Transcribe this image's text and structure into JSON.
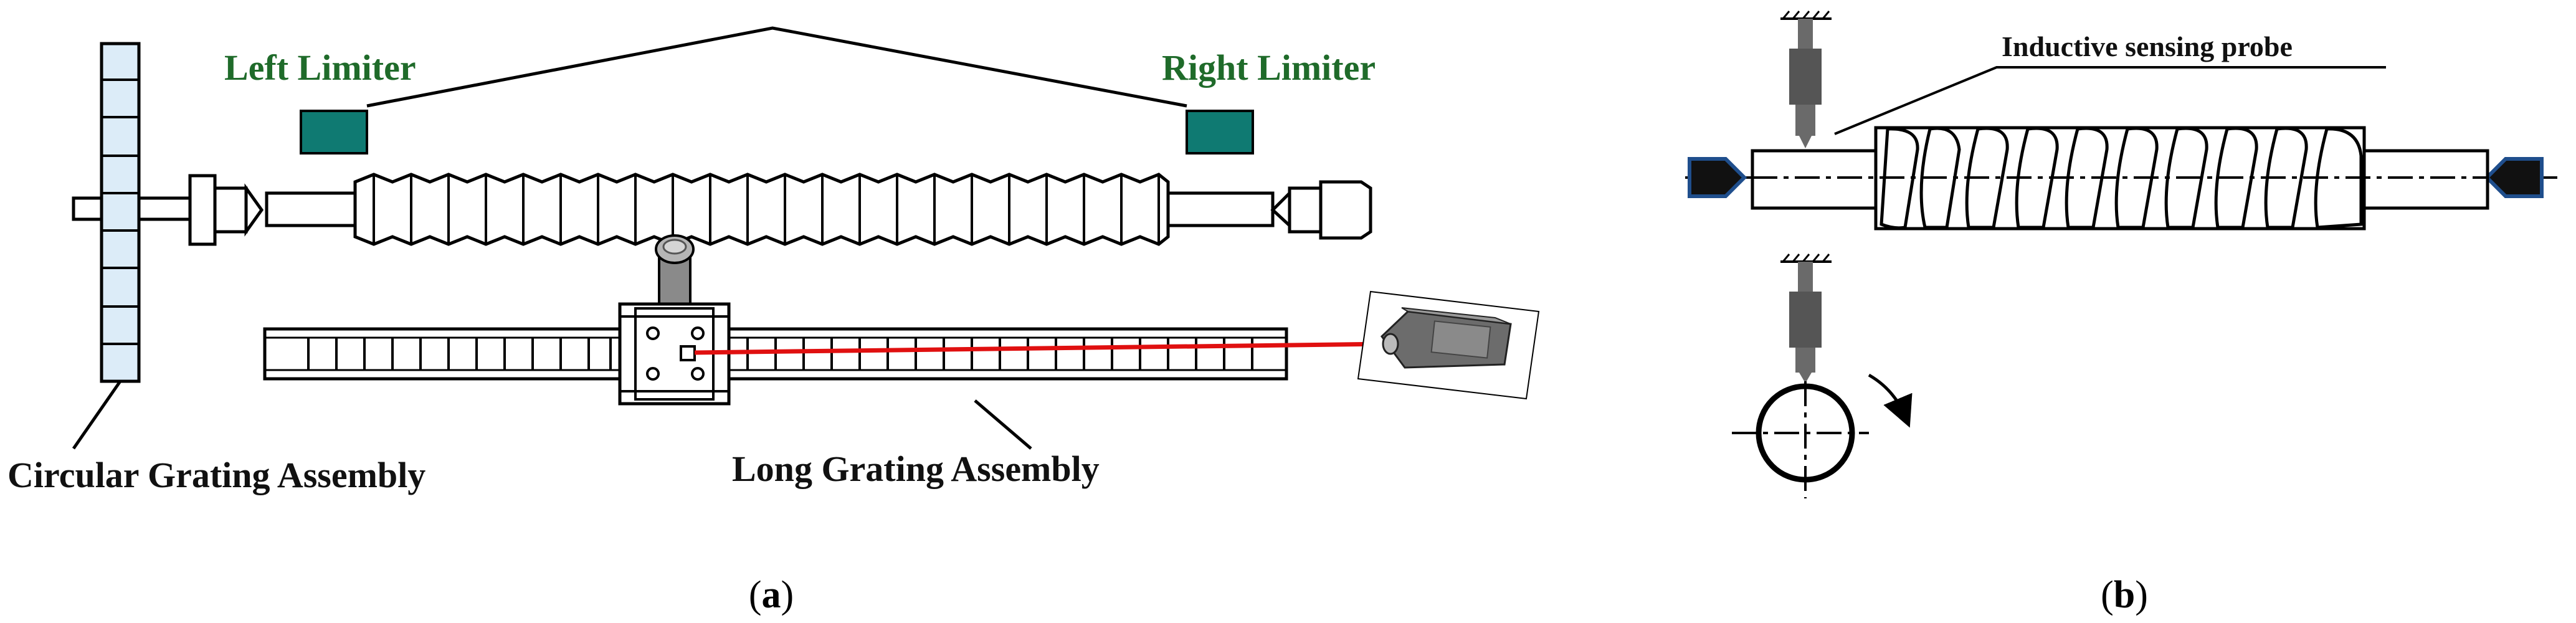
{
  "colors": {
    "limiter_fill": "#0f7a72",
    "label_green": "#1f6b2a",
    "grating_fill": "#dcecf8",
    "beam": "#e01010",
    "probe_dark": "#555555",
    "tip_blue": "#1f4e8c"
  },
  "panel_a": {
    "left_limiter": "Left Limiter",
    "right_limiter": "Right Limiter",
    "circular_grating": "Circular Grating Assembly",
    "long_grating": "Long Grating Assembly",
    "caption_open": "(",
    "caption_letter": "a",
    "caption_close": ")"
  },
  "panel_b": {
    "probe_label": "Inductive sensing probe",
    "caption_open": "(",
    "caption_letter": "b",
    "caption_close": ")"
  }
}
